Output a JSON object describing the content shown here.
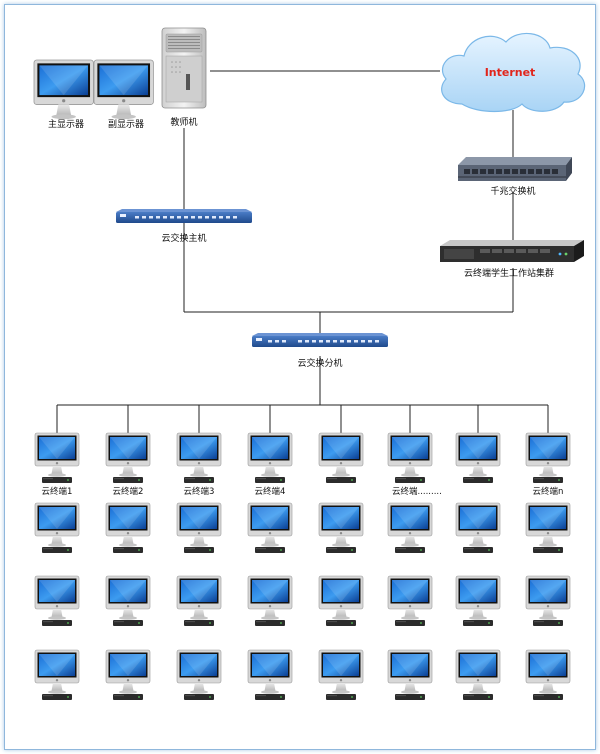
{
  "labels": {
    "main_monitor": "主显示器",
    "sub_monitor": "副显示器",
    "teacher": "教师机",
    "internet": "Internet",
    "gigabit_switch": "千兆交换机",
    "cloud_host": "云交换主机",
    "cluster": "云终端学生工作站集群",
    "distribution": "云交换分机"
  },
  "terminals": {
    "labels": [
      "云终端1",
      "云终端2",
      "云终端3",
      "云终端4",
      "",
      "云终端.........",
      "",
      "云终端n"
    ]
  },
  "colors": {
    "border": "#8fb7dc",
    "switch_blue": "#2f5fa8",
    "cloud": "#c9e6fb",
    "internet_text": "#e1251b",
    "line": "#222222"
  }
}
